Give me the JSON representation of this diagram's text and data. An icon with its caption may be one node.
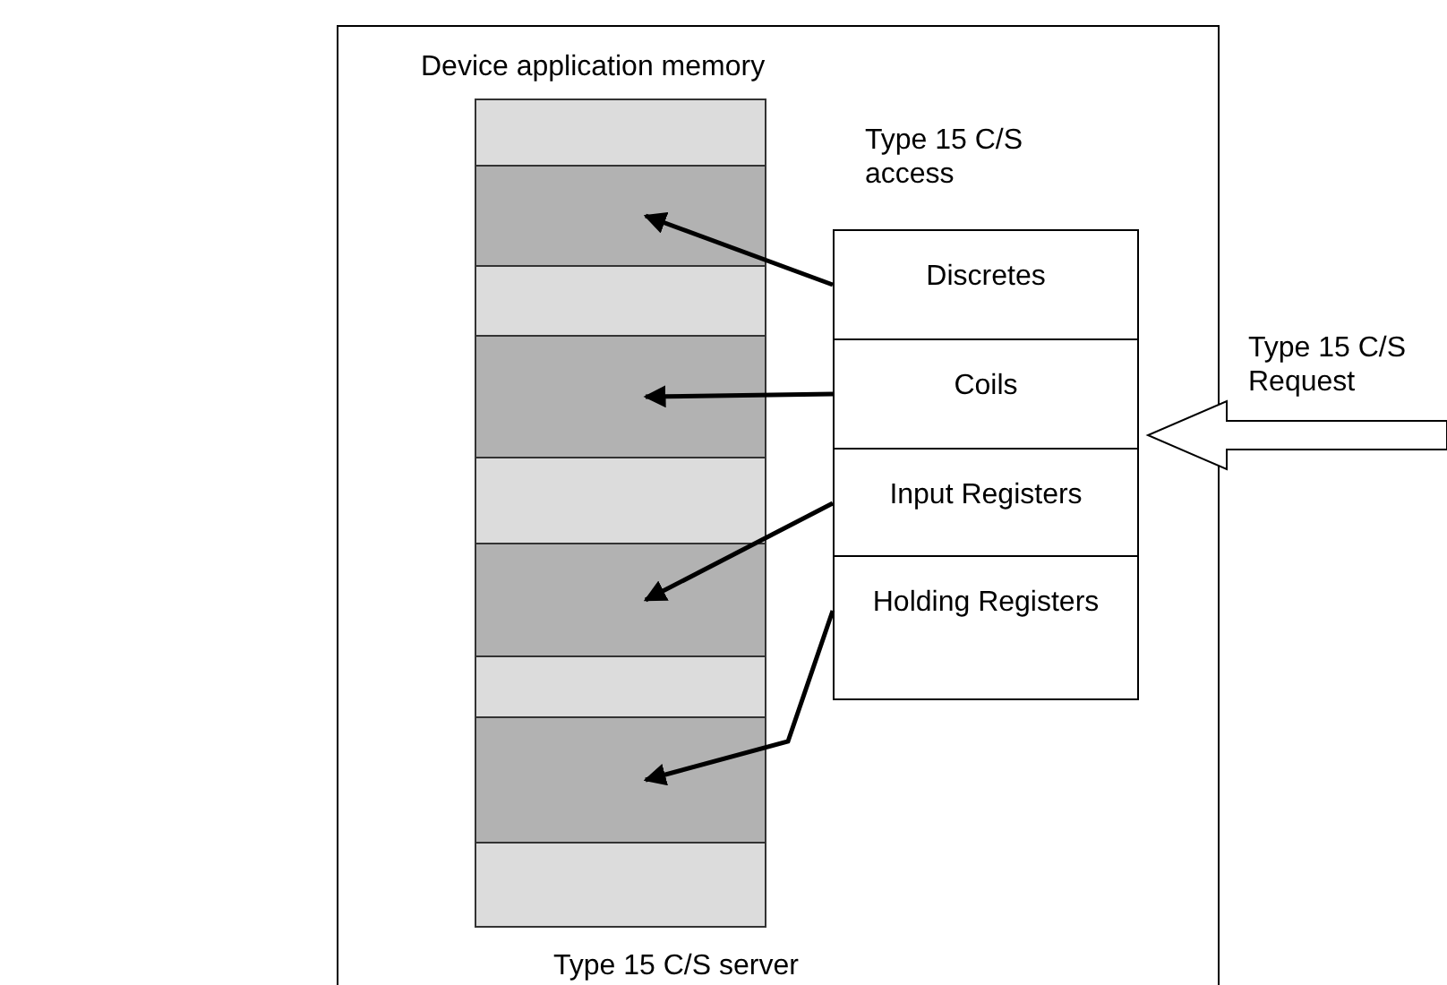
{
  "diagram": {
    "nodes": [
      {
        "text": [
          "Type 15 C/S server"
        ]
      },
      {
        "text": [
          "Device application memory"
        ],
        "in": 0
      },
      {
        "text": [],
        "shape": "box",
        "in": 1
      },
      {
        "text": [],
        "shape": "box",
        "in": 1
      },
      {
        "text": [],
        "shape": "box",
        "in": 1
      },
      {
        "text": [],
        "shape": "box",
        "in": 1
      },
      {
        "text": [],
        "shape": "box",
        "in": 1
      },
      {
        "text": [],
        "shape": "box",
        "in": 1
      },
      {
        "text": [],
        "shape": "box",
        "in": 1
      },
      {
        "text": [],
        "shape": "box",
        "in": 1
      },
      {
        "text": [],
        "shape": "box",
        "in": 1
      },
      {
        "text": [
          "Type 15 C/S access"
        ],
        "in": 0
      },
      {
        "text": [
          "Discretes"
        ],
        "in": 11
      },
      {
        "text": [
          "Coils"
        ],
        "in": 11
      },
      {
        "text": [
          "Input Registers"
        ],
        "in": 11
      },
      {
        "text": [
          "Holding Registers"
        ],
        "in": 11
      },
      {
        "text": [
          "Type 15 C/S Request"
        ]
      }
    ],
    "edges": [
      {
        "from": 12,
        "to": 3,
        "arrow": "to"
      },
      {
        "from": 13,
        "to": 5,
        "arrow": "to"
      },
      {
        "from": 14,
        "to": 7,
        "arrow": "to"
      },
      {
        "from": 15,
        "to": 9,
        "arrow": "to"
      },
      {
        "from": 16,
        "to": 11,
        "arrow": "to",
        "style": "thick"
      }
    ]
  }
}
